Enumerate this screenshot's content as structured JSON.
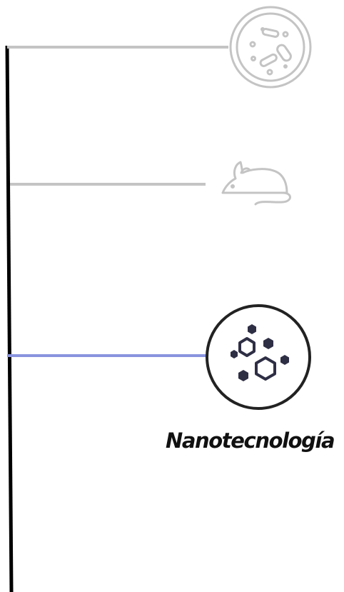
{
  "timeline": {
    "items": [
      {
        "icon": "bacteria-petri-dish-icon",
        "state": "inactive",
        "label": ""
      },
      {
        "icon": "mouse-icon",
        "state": "inactive",
        "label": ""
      },
      {
        "icon": "nanotechnology-hexagons-icon",
        "state": "active",
        "label": "Nanotecnología"
      }
    ]
  },
  "colors": {
    "axis": "#000000",
    "inactive": "#c4c4c4",
    "active_branch": "#8a94df",
    "active_icon": "#2e2e45",
    "active_ring": "#222222"
  }
}
